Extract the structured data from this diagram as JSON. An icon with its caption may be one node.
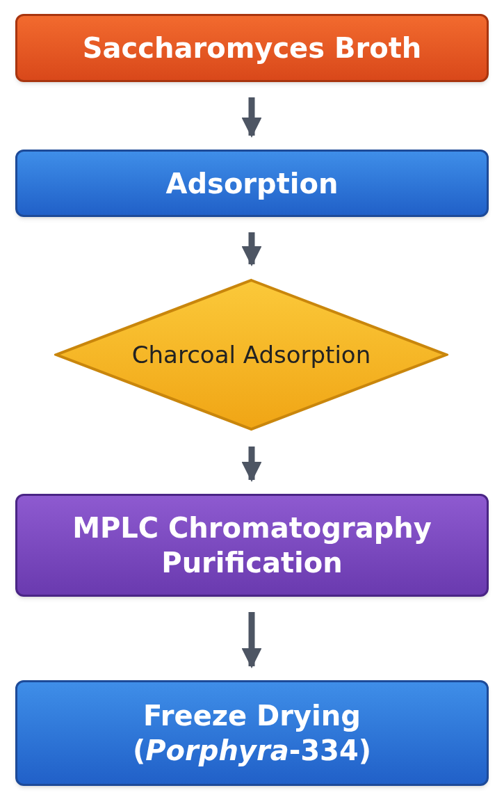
{
  "diagram": {
    "nodes": [
      {
        "text": [
          "Saccharomyces Broth"
        ]
      },
      {
        "text": [
          "Adsorption"
        ]
      },
      {
        "text": [
          "Charcoal Adsorption"
        ]
      },
      {
        "text": [
          "MPLC Chromatography Purification"
        ]
      },
      {
        "text": [
          "Freeze Drying",
          "(*Porphyra*-334)"
        ]
      }
    ],
    "edges": [
      {
        "from": 0,
        "to": 1,
        "arrow": "to"
      },
      {
        "from": 1,
        "to": 2,
        "arrow": "to"
      },
      {
        "from": 2,
        "to": 3,
        "arrow": "to"
      },
      {
        "from": 3,
        "to": 4,
        "arrow": "to"
      }
    ]
  }
}
